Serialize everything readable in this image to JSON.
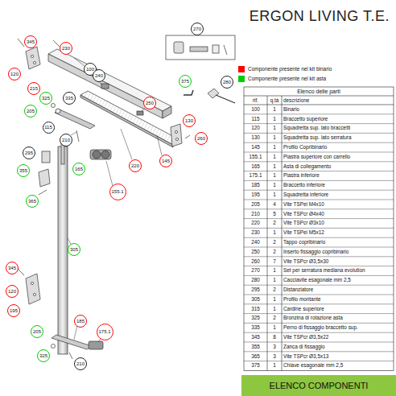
{
  "diagram": {
    "title": "ERGON LIVING T.E.",
    "caption": "ELENCO COMPONENTI",
    "nodes": [
      {
        "text": [
          "345"
        ]
      },
      {
        "text": [
          "230"
        ]
      },
      {
        "text": [
          "100"
        ]
      },
      {
        "text": [
          "270"
        ]
      },
      {
        "text": [
          "375"
        ]
      },
      {
        "text": [
          "280"
        ]
      },
      {
        "text": [
          "240"
        ]
      },
      {
        "text": [
          "120"
        ]
      },
      {
        "text": [
          "215"
        ]
      },
      {
        "text": [
          "325"
        ]
      },
      {
        "text": [
          "335"
        ]
      },
      {
        "text": [
          "250"
        ]
      },
      {
        "text": [
          "205"
        ]
      },
      {
        "text": [
          "115"
        ]
      },
      {
        "text": [
          "130"
        ]
      },
      {
        "text": [
          "210"
        ]
      },
      {
        "text": [
          "260"
        ]
      },
      {
        "text": [
          "295"
        ]
      },
      {
        "text": [
          "165"
        ]
      },
      {
        "text": [
          "220"
        ]
      },
      {
        "text": [
          "145"
        ]
      },
      {
        "text": [
          "355"
        ]
      },
      {
        "text": [
          "155.1"
        ]
      },
      {
        "text": [
          "365"
        ]
      },
      {
        "text": [
          "305"
        ]
      },
      {
        "text": [
          "345"
        ]
      },
      {
        "text": [
          "120"
        ]
      },
      {
        "text": [
          "195"
        ]
      },
      {
        "text": [
          "185"
        ]
      },
      {
        "text": [
          "205"
        ]
      },
      {
        "text": [
          "175.1"
        ]
      },
      {
        "text": [
          "325"
        ]
      },
      {
        "text": [
          "210"
        ]
      }
    ],
    "labels": [
      "Elenco delle parti",
      "rif.",
      "q.tà",
      "descrizione",
      "100",
      "1",
      "Binario",
      "115",
      "1",
      "Braccetto superiore",
      "120",
      "1",
      "Squadretta sup. lato braccetti",
      "130",
      "1",
      "Squadretta sup. lato serratura",
      "145",
      "1",
      "Profilo Copribinario",
      "155.1",
      "1",
      "Piastra superiore con carrello",
      "165",
      "1",
      "Asta di collegamento",
      "175.1",
      "1",
      "Piastra inferiore",
      "185",
      "1",
      "Braccetto inferiore",
      "195",
      "1",
      "Squadretta inferiore",
      "205",
      "4",
      "Vite TSPei M4x10",
      "210",
      "5",
      "Vite TSPcr Ø4x40",
      "220",
      "2",
      "Vite TSPcr Ø3x10",
      "230",
      "1",
      "Vite TSPei M5x12",
      "240",
      "2",
      "Tappo copribinario",
      "250",
      "2",
      "Inserto fissaggio copribinario",
      "260",
      "7",
      "Vite TSPcr Ø3,5x30",
      "270",
      "1",
      "Set per serratura mediana evolution",
      "280",
      "1",
      "Cacciavite esagonale mm 2,5",
      "295",
      "2",
      "Distanziatore",
      "305",
      "1",
      "Profilo montante",
      "315",
      "1",
      "Cardine superiore",
      "325",
      "2",
      "Bronzina di rotazione asta",
      "335",
      "1",
      "Perno di fissaggio braccetto sup.",
      "345",
      "8",
      "Vite TSPcr Ø3,5x22",
      "355",
      "3",
      "Zanca di fissaggio",
      "365",
      "3",
      "Vite TSPcr Ø3,5x13",
      "375",
      "1",
      "Chiave esagonale mm 2,5"
    ],
    "legend": [
      {
        "text": "Componente presente nel kit binario",
        "color": "#ff0000"
      },
      {
        "text": "Componente presente nel kit asta",
        "color": "#00cc00"
      }
    ]
  }
}
